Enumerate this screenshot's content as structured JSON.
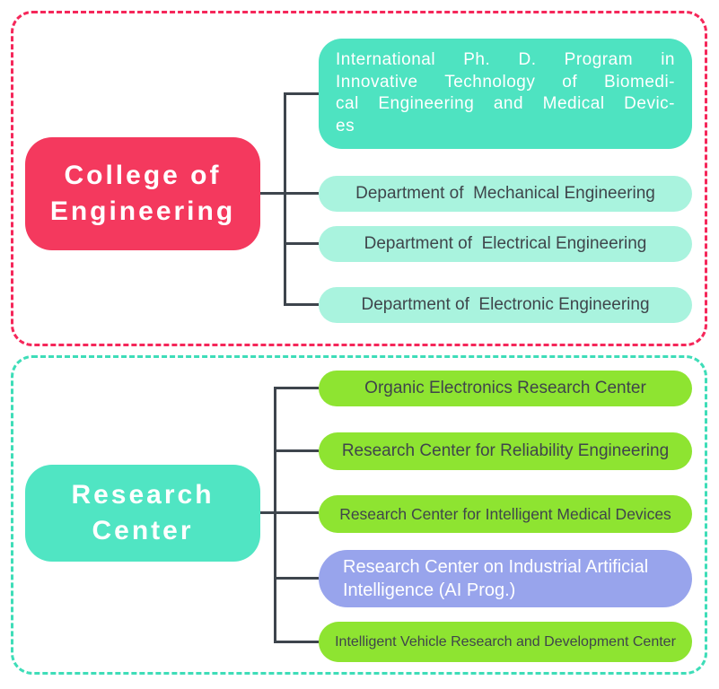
{
  "diagram": {
    "connector_color": "#3e454d",
    "sections": [
      {
        "frame_color": "#f5275a",
        "parent": {
          "color": "#f4395e",
          "lines": [
            "College of",
            "Engineering"
          ]
        },
        "children": [
          {
            "name": "international-phd-program",
            "color": "#4ee3c1",
            "lines": [
              "International Ph. D. Program in",
              "Innovative Technology of Biomedi-",
              "cal Engineering and Medical Devic-",
              "es"
            ]
          },
          {
            "name": "dept-mechanical-engineering",
            "color": "#a9f3de",
            "label": "Department of  Mechanical Engineering"
          },
          {
            "name": "dept-electrical-engineering",
            "color": "#a9f3de",
            "label": "Department of  Electrical Engineering"
          },
          {
            "name": "dept-electronic-engineering",
            "color": "#a9f3de",
            "label": "Department of  Electronic Engineering"
          }
        ]
      },
      {
        "frame_color": "#3eddb8",
        "parent": {
          "color": "#50e5c3",
          "lines": [
            "Research",
            "Center"
          ]
        },
        "children": [
          {
            "name": "organic-electronics-research-center",
            "color": "#8ee431",
            "label": "Organic Electronics Research Center"
          },
          {
            "name": "research-center-reliability-engineering",
            "color": "#8ee431",
            "label": "Research Center for Reliability Engineering"
          },
          {
            "name": "research-center-intelligent-medical-devices",
            "color": "#8ee431",
            "label": "Research Center for Intelligent Medical Devices"
          },
          {
            "name": "research-center-industrial-ai",
            "color": "#98a4ec",
            "lines": [
              "Research Center on Industrial Artificial",
              "Intelligence (AI Prog.)"
            ]
          },
          {
            "name": "intelligent-vehicle-research-development-center",
            "color": "#8ee431",
            "label": "Intelligent Vehicle Research and Development Center"
          }
        ]
      }
    ]
  }
}
